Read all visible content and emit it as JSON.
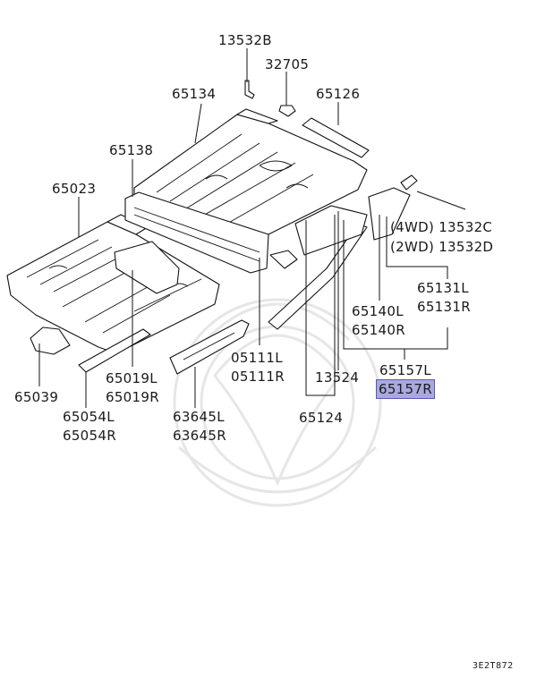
{
  "diagram": {
    "labels": {
      "p13532b": "13532B",
      "p32705": "32705",
      "p65134": "65134",
      "p65126": "65126",
      "p65138": "65138",
      "p65023": "65023",
      "p13532c": "(4WD) 13532C",
      "p13532d": "(2WD) 13532D",
      "p65131l": "65131L",
      "p65131r": "65131R",
      "p65140l": "65140L",
      "p65140r": "65140R",
      "p65157l": "65157L",
      "p65157r": "65157R",
      "p05111l": "05111L",
      "p05111r": "05111R",
      "p13524": "13524",
      "p65124": "65124",
      "p65019l": "65019L",
      "p65019r": "65019R",
      "p65039": "65039",
      "p65054l": "65054L",
      "p65054r": "65054R",
      "p63645l": "63645L",
      "p63645r": "63645R"
    },
    "diagram_code": "3E2T872",
    "highlight_color": "#a9a9e0"
  }
}
